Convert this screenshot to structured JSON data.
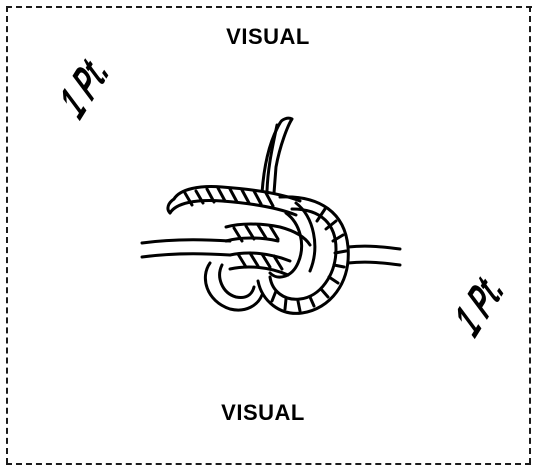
{
  "labels": {
    "top": "VISUAL",
    "bottom": "VISUAL"
  },
  "points": {
    "left": "1 Pt.",
    "right": "1 Pt."
  },
  "illustration": {
    "subject": "rope-knot-illustration",
    "colors": {
      "line": "#000000",
      "fill": "#ffffff"
    }
  }
}
